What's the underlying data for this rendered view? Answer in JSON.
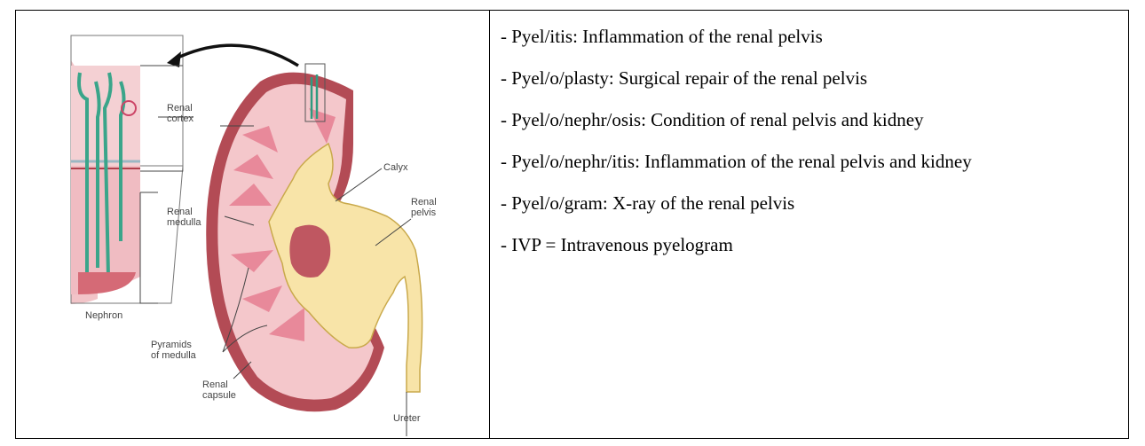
{
  "figure": {
    "labels": {
      "renal_cortex": [
        "Renal",
        "cortex"
      ],
      "calyx": "Calyx",
      "renal_pelvis": [
        "Renal",
        "pelvis"
      ],
      "renal_medulla": [
        "Renal",
        "medulla"
      ],
      "nephron": "Nephron",
      "pyramids": [
        "Pyramids",
        "of medulla"
      ],
      "renal_capsule": [
        "Renal",
        "capsule"
      ],
      "ureter": "Ureter"
    }
  },
  "terms": [
    "- Pyel/itis: Inflammation of the renal pelvis",
    "- Pyel/o/plasty: Surgical repair of the renal pelvis",
    "- Pyel/o/nephr/osis: Condition of renal pelvis and kidney",
    "- Pyel/o/nephr/itis: Inflammation of the renal pelvis and kidney",
    "- Pyel/o/gram: X-ray of the renal pelvis",
    "- IVP = Intravenous pyelogram"
  ]
}
